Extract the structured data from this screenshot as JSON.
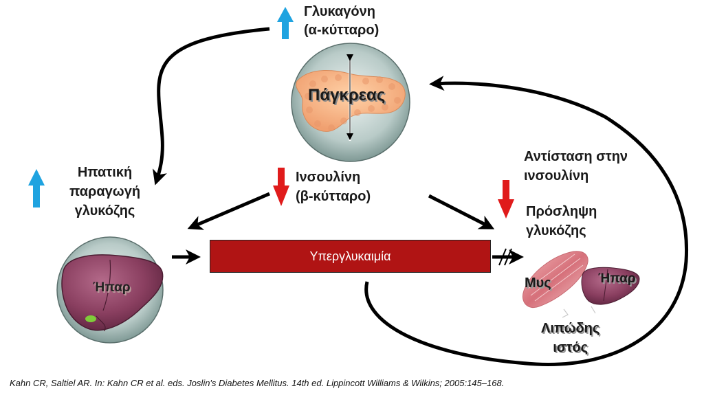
{
  "labels": {
    "glucagon_line1": "Γλυκαγόνη",
    "glucagon_line2": "(α-κύτταρο)",
    "hepatic_line1": "Ηπατική",
    "hepatic_line2": "παραγωγή",
    "hepatic_line3": "γλυκόζης",
    "insulin_line1": "Ινσουλίνη",
    "insulin_line2": "(β-κύτταρο)",
    "resistance_line1": "Αντίσταση στην",
    "resistance_line2": "ινσουλίνη",
    "uptake_line1": "Πρόσληψη",
    "uptake_line2": "γλυκόζης",
    "pancreas": "Πάγκρεας",
    "liver": "Ήπαρ",
    "hyperglycemia": "Υπεργλυκαιμία",
    "muscle": "Μυς",
    "liver_small": "Ήπαρ",
    "fat_line1": "Λιπώδης",
    "fat_line2": "ιστός"
  },
  "citation": "Kahn CR, Saltiel AR. In: Kahn CR et al. eds. Joslin's Diabetes Mellitus. 14th ed. Lippincott Williams & Wilkins; 2005:145–168.",
  "colors": {
    "up_arrow": "#1fa3e0",
    "down_arrow": "#e01b1b",
    "hyperglycemia_box": "#b01414",
    "flow_arrow": "#000000"
  }
}
